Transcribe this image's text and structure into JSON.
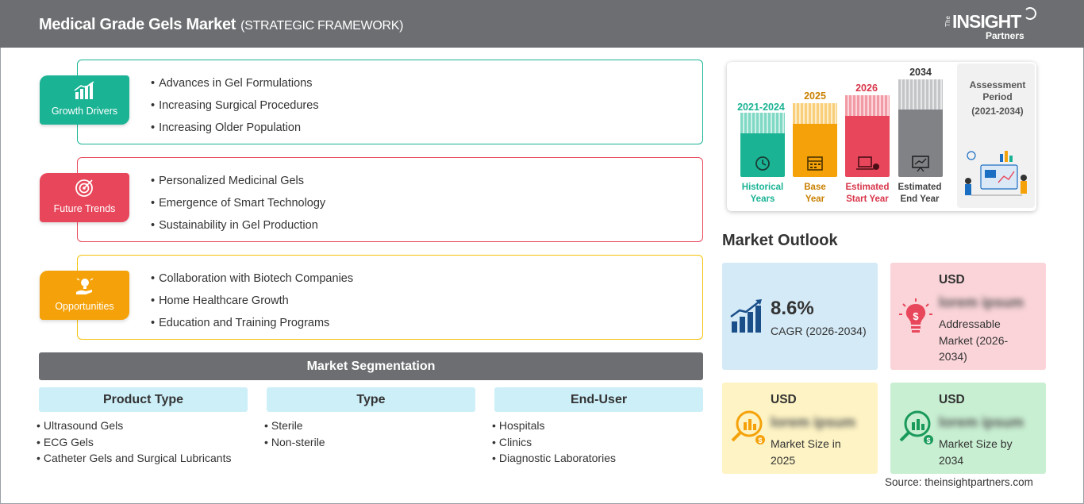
{
  "header": {
    "title": "Medical Grade Gels Market",
    "subtitle": "(STRATEGIC FRAMEWORK)",
    "logo_the": "The",
    "logo_insight": "INSIGHT",
    "logo_partners": "Partners"
  },
  "framework": [
    {
      "label": "Growth Drivers",
      "color": "#1ab394",
      "icon": "growth-chart-icon",
      "items": [
        "Advances in Gel Formulations",
        "Increasing Surgical Procedures",
        "Increasing Older Population"
      ]
    },
    {
      "label": "Future Trends",
      "color": "#e8475b",
      "icon": "target-icon",
      "items": [
        "Personalized Medicinal Gels",
        "Emergence of Smart Technology",
        "Sustainability in Gel Production"
      ]
    },
    {
      "label": "Opportunities",
      "color": "#f5a20a",
      "icon": "lightbulb-hand-icon",
      "items": [
        "Collaboration with Biotech Companies",
        "Home Healthcare Growth",
        "Education and Training Programs"
      ]
    }
  ],
  "segmentation": {
    "title": "Market Segmentation",
    "columns": [
      {
        "head": "Product Type",
        "items": [
          "Ultrasound Gels",
          "ECG Gels",
          "Catheter Gels and Surgical Lubricants"
        ]
      },
      {
        "head": "Type",
        "items": [
          "Sterile",
          "Non-sterile"
        ]
      },
      {
        "head": "End-User",
        "items": [
          "Hospitals",
          "Clinics",
          "Diagnostic Laboratories"
        ]
      }
    ]
  },
  "timeline": {
    "bars": [
      {
        "year": "2021-2024",
        "label_1": "Historical",
        "label_2": "Years",
        "color": "#1ab394",
        "icon": "history-icon"
      },
      {
        "year": "2025",
        "label_1": "Base",
        "label_2": "Year",
        "color": "#f5a20a",
        "icon": "calendar-icon"
      },
      {
        "year": "2026",
        "label_1": "Estimated",
        "label_2": "Start Year",
        "color": "#e8475b",
        "icon": "start-year-icon"
      },
      {
        "year": "2034",
        "label_1": "Estimated",
        "label_2": "End Year",
        "color": "#808285",
        "icon": "presentation-icon"
      }
    ],
    "assessment_1": "Assessment",
    "assessment_2": "Period",
    "assessment_years": "(2021-2034)"
  },
  "outlook": {
    "title": "Market Outlook",
    "cagr_value": "8.6%",
    "cagr_label": "CAGR (2026-2034)",
    "addressable_usd": "USD",
    "addressable_value": "lorem ipsum",
    "addressable_desc_1": "Addressable",
    "addressable_desc_2": "Market (2026-",
    "addressable_desc_3": "2034)",
    "size2025_usd": "USD",
    "size2025_value": "lorem ipsum",
    "size2025_desc_1": "Market Size in",
    "size2025_desc_2": "2025",
    "size2034_usd": "USD",
    "size2034_value": "lorem ipsum",
    "size2034_desc_1": "Market Size by",
    "size2034_desc_2": "2034",
    "colors": {
      "cagr": "#d4eaf7",
      "addressable": "#fad4d8",
      "size2025": "#fdf3c4",
      "size2034": "#c8efd2",
      "icon_blue": "#1b4f8a",
      "icon_red": "#e8475b",
      "icon_orange": "#f5a20a",
      "icon_green": "#1a9a5a"
    }
  },
  "source": "Source: theinsightpartners.com"
}
